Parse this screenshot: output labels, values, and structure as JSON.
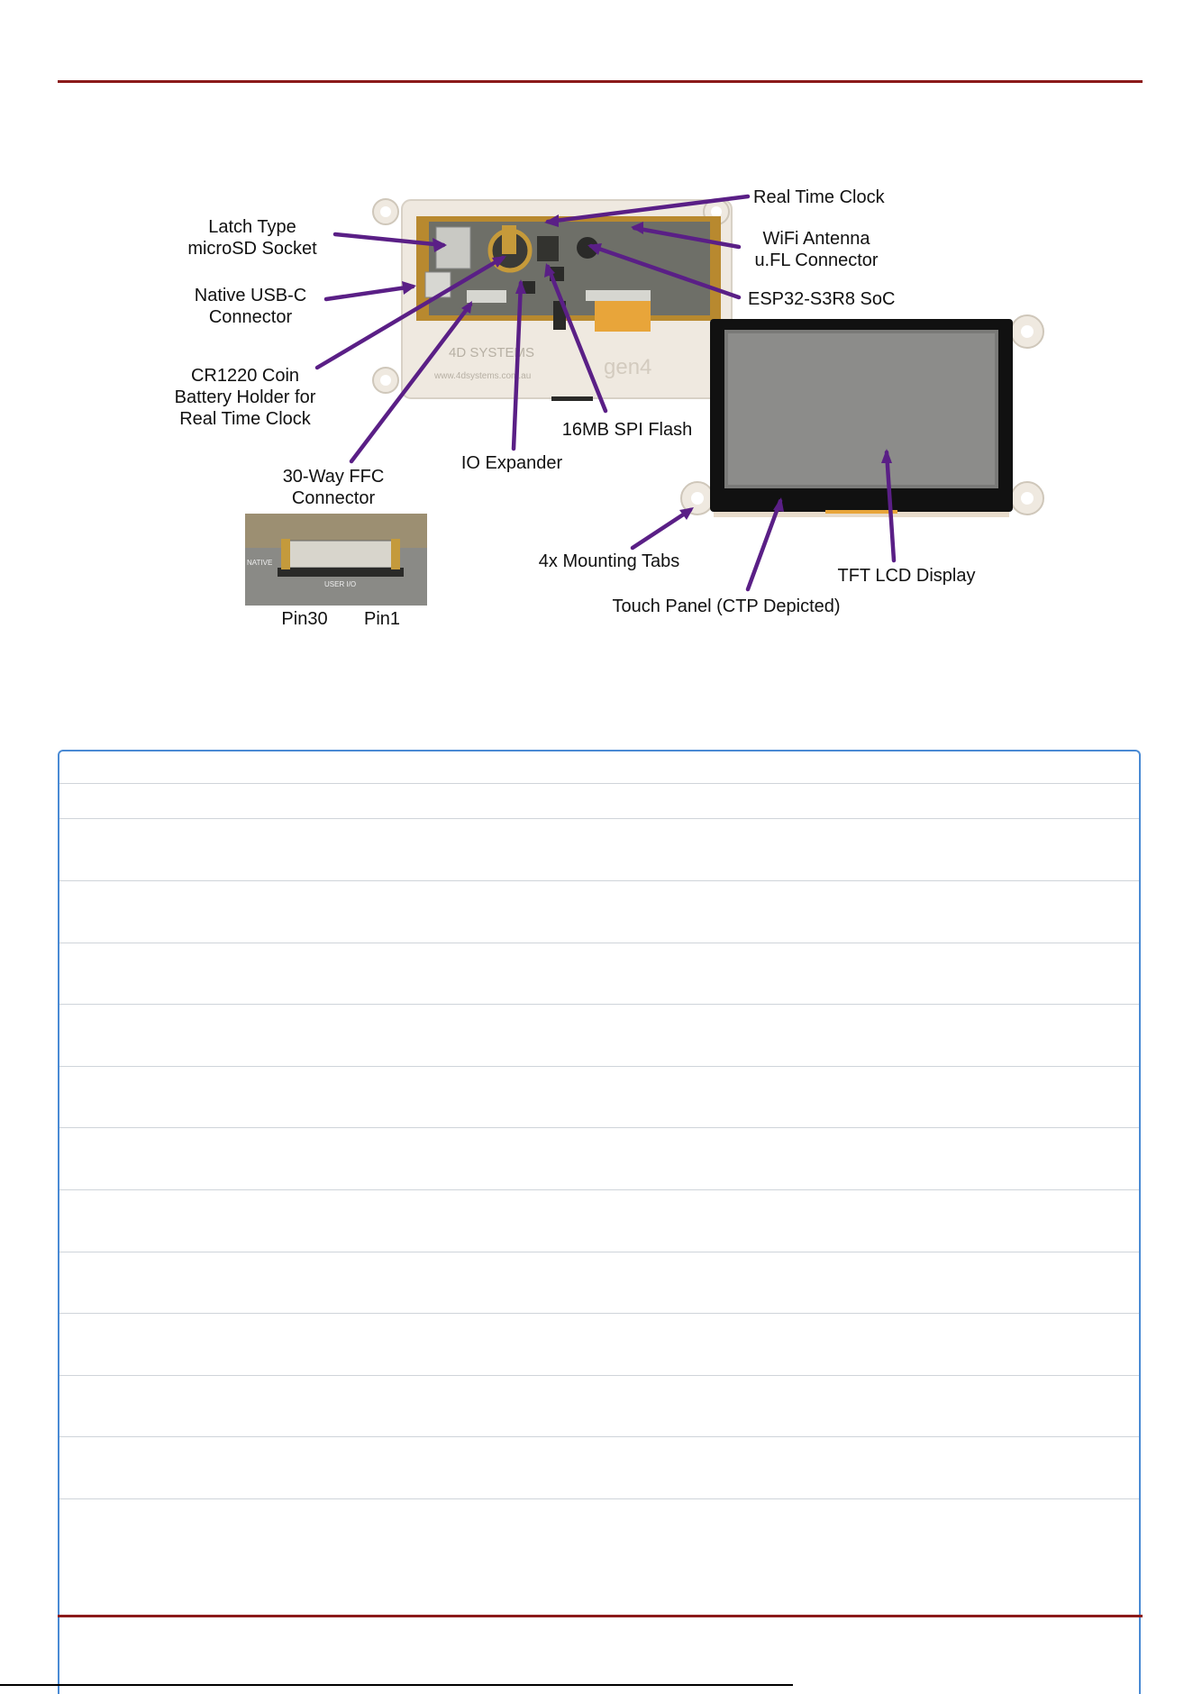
{
  "labels": {
    "latch_line1": "Latch Type",
    "latch_line2": "microSD Socket",
    "usb_line1": "Native USB-C",
    "usb_line2": "Connector",
    "coin_line1": "CR1220 Coin",
    "coin_line2": "Battery Holder for",
    "coin_line3": "Real Time Clock",
    "ffc_line1": "30-Way FFC",
    "ffc_line2": "Connector",
    "io_expander": "IO Expander",
    "spi_flash": "16MB SPI Flash",
    "rtc": "Real Time Clock",
    "wifi_line1": "WiFi Antenna",
    "wifi_line2": "u.FL Connector",
    "soc": "ESP32-S3R8 SoC",
    "mounting_tabs": "4x Mounting Tabs",
    "touch_panel": "Touch Panel (CTP Depicted)",
    "tft_display": "TFT LCD Display",
    "pin30": "Pin30",
    "pin1": "Pin1"
  },
  "board": {
    "brand": "4D SYSTEMS",
    "url": "www.4dsystems.com.au",
    "gen": "gen4",
    "zoom_native": "NATIVE",
    "zoom_user_io": "USER I/O"
  },
  "colors": {
    "rule": "#8b1a1a",
    "arrow": "#5a1f86",
    "table_border": "#4a8ad4"
  }
}
